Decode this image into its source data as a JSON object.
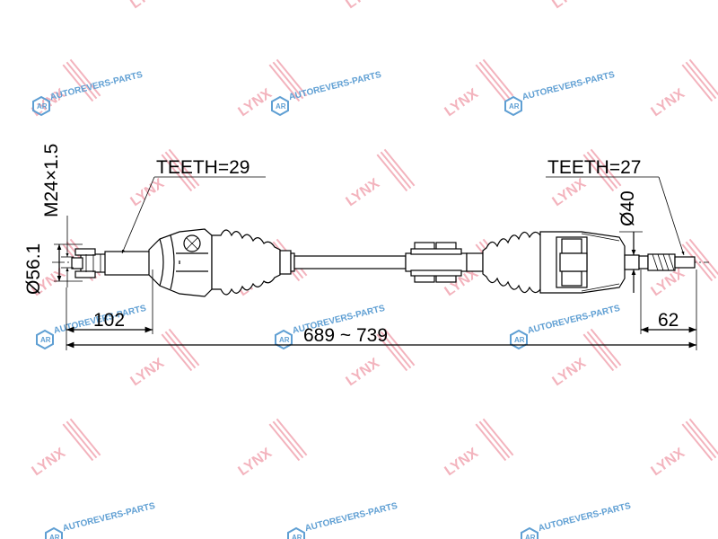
{
  "drawing": {
    "teeth_left": "TEETH=29",
    "teeth_right": "TEETH=27",
    "thread": "M24×1.5",
    "dia_left": "Ø56.1",
    "dia_right": "Ø40",
    "len_left": "102",
    "len_total": "689 ~ 739",
    "len_right": "62"
  },
  "watermarks": {
    "brand": "LYNX",
    "site": "AUTOREVERS-PARTS",
    "badge": "AR",
    "brand_color": "#f3b3bd",
    "site_color": "#5f9fd3"
  }
}
